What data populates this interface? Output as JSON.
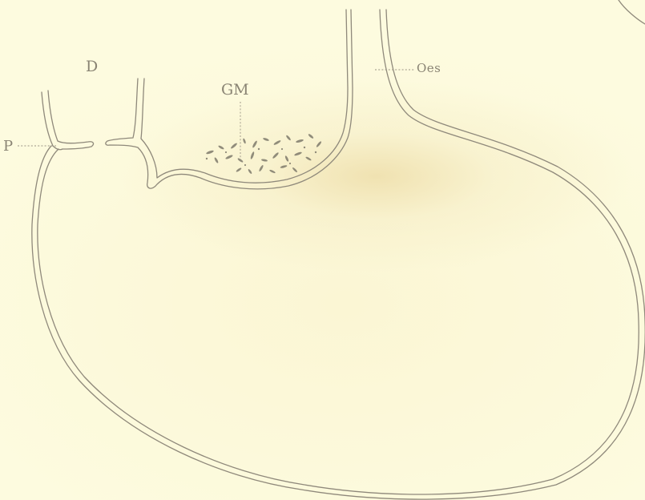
{
  "figure": {
    "labels": {
      "duodenum": "D",
      "gm": "GM",
      "pylorus": "P",
      "oesophagus": "Oes"
    },
    "colors": {
      "paper": "#fdfbdf",
      "stain": "#eedeaa",
      "ink": "#8f897b"
    }
  }
}
